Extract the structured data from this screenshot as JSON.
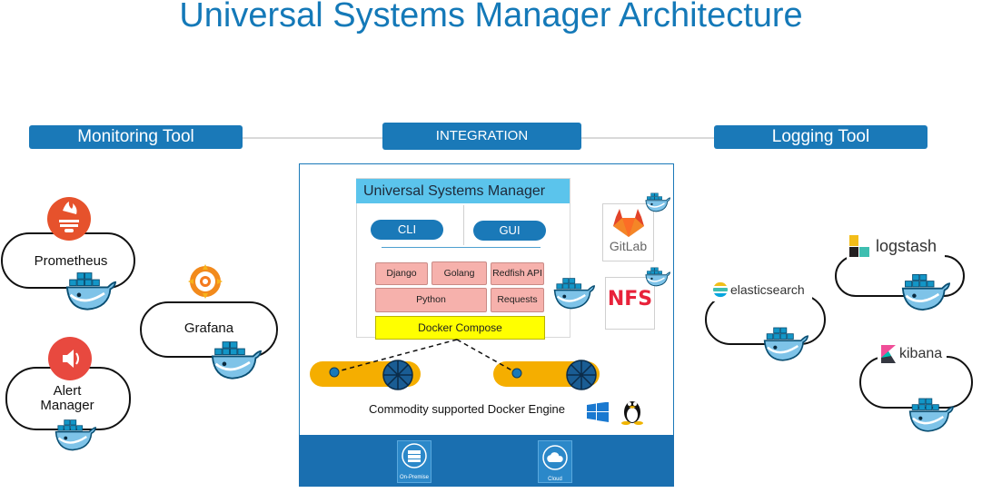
{
  "title": "Universal Systems Manager Architecture",
  "categories": {
    "monitoring": "Monitoring Tool",
    "integration": "INTEGRATION",
    "logging": "Logging Tool"
  },
  "monitoring": {
    "prometheus": "Prometheus",
    "grafana": "Grafana",
    "alert_manager_line1": "Alert",
    "alert_manager_line2": "Manager"
  },
  "usm": {
    "title": "Universal Systems Manager",
    "cli": "CLI",
    "gui": "GUI",
    "libs": {
      "django": "Django",
      "golang": "Golang",
      "redfish": "Redfish API",
      "python": "Python",
      "requests": "Requests"
    },
    "compose": "Docker Compose"
  },
  "integration_tools": {
    "gitlab": "GitLab",
    "nfs": "NFS"
  },
  "engine_label": "Commodity supported Docker Engine",
  "footer": {
    "on_premise": "On-Premise",
    "cloud": "Cloud"
  },
  "logging": {
    "logstash": "logstash",
    "elasticsearch": "elasticsearch",
    "kibana": "kibana"
  },
  "colors": {
    "brand_blue": "#1a79b8",
    "title_blue": "#1479b8",
    "usm_header": "#5bc4ec",
    "library_pink": "#f6b1ac",
    "compose_yellow": "#ffff00",
    "docker_bar": "#f5ae00"
  },
  "icons": [
    "prometheus-icon",
    "grafana-icon",
    "alert-manager-icon",
    "docker-whale-icon",
    "gitlab-icon",
    "nfs-icon",
    "windows-icon",
    "linux-tux-icon",
    "on-premise-icon",
    "cloud-icon",
    "logstash-icon",
    "elasticsearch-icon",
    "kibana-icon"
  ]
}
